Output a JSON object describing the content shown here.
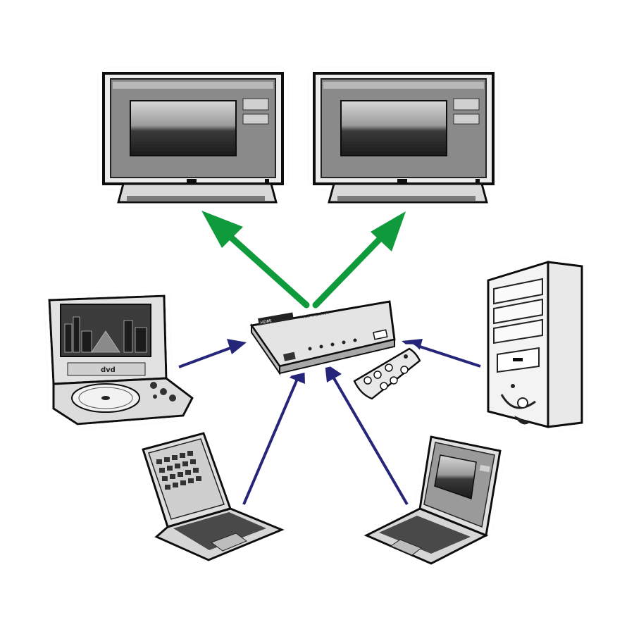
{
  "colors": {
    "output_arrow": "#0f9a3c",
    "input_arrow": "#25267a",
    "device_fill": "#e6e6e6",
    "device_dark": "#3a3a3a",
    "screen_fill": "#6f6f6f",
    "outline": "#1a1a1a"
  },
  "diagram": {
    "hub": {
      "icon": "hdmi-switch-icon",
      "brand": "HDMI",
      "caption": "HDMI Switch",
      "ports": 4
    },
    "remote": {
      "icon": "remote-control-icon"
    },
    "outputs": [
      {
        "id": "monitor-left",
        "icon": "monitor-icon"
      },
      {
        "id": "monitor-right",
        "icon": "monitor-icon"
      }
    ],
    "inputs": [
      {
        "id": "dvd-player",
        "icon": "portable-dvd-player-icon",
        "badge": "dvd"
      },
      {
        "id": "laptop-left",
        "icon": "laptop-icon"
      },
      {
        "id": "laptop-right",
        "icon": "laptop-icon"
      },
      {
        "id": "desktop-pc",
        "icon": "desktop-tower-icon"
      }
    ],
    "connections": [
      {
        "from": "hub",
        "to": "monitor-left",
        "kind": "output"
      },
      {
        "from": "hub",
        "to": "monitor-right",
        "kind": "output"
      },
      {
        "from": "dvd-player",
        "to": "hub",
        "kind": "input"
      },
      {
        "from": "laptop-left",
        "to": "hub",
        "kind": "input"
      },
      {
        "from": "laptop-right",
        "to": "hub",
        "kind": "input"
      },
      {
        "from": "desktop-pc",
        "to": "hub",
        "kind": "input"
      }
    ]
  }
}
